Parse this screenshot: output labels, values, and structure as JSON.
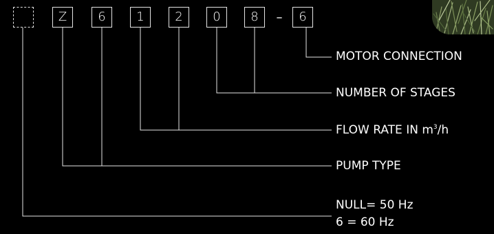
{
  "code_boxes": {
    "placeholder": "",
    "c1": "Z",
    "c2": "6",
    "c3": "1",
    "c4": "2",
    "c5": "0",
    "c6": "8",
    "separator": "–",
    "c7": "6"
  },
  "labels": {
    "motor_connection": "MOTOR CONNECTION",
    "number_of_stages": "NUMBER OF STAGES",
    "flow_rate_prefix": "FLOW RATE IN m",
    "flow_rate_superscript": "3",
    "flow_rate_suffix": "/h",
    "pump_type": "PUMP TYPE",
    "null_line1": "NULL= 50 Hz",
    "null_line2": "6 = 60 Hz"
  },
  "colors": {
    "background": "#000000",
    "foreground": "#ffffff",
    "grass": "#3d4a2c"
  }
}
